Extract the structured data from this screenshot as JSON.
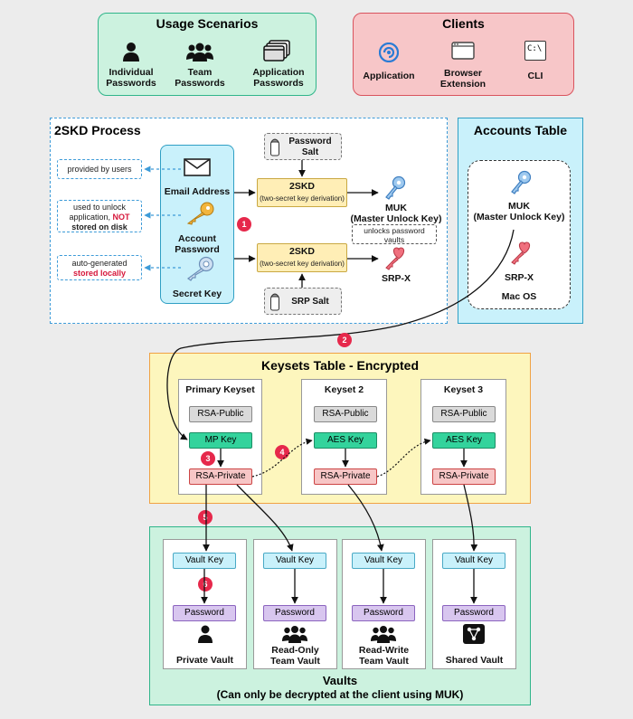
{
  "usage": {
    "title": "Usage Scenarios",
    "items": [
      "Individual\nPasswords",
      "Team\nPasswords",
      "Application\nPasswords"
    ]
  },
  "clients": {
    "title": "Clients",
    "items": [
      "Application",
      "Browser\nExtension",
      "CLI"
    ],
    "cli_glyph": "C:\\"
  },
  "process": {
    "title": "2SKD Process",
    "notes": {
      "provided": "provided by users",
      "unlock_1": "used to unlock",
      "unlock_2": "application, ",
      "unlock_not": "NOT",
      "unlock_3": "stored on disk",
      "auto_1": "auto-generated",
      "auto_2": "stored locally"
    },
    "email": "Email Address",
    "account_password": "Account\nPassword",
    "secret_key": "Secret Key",
    "password_salt": "Password\nSalt",
    "srp_salt": "SRP Salt",
    "skd_title": "2SKD",
    "skd_sub": "(two-secret key derivation)",
    "muk": "MUK\n(Master Unlock Key)",
    "unlocks": "unlocks password\nvaults",
    "srpx": "SRP-X"
  },
  "accounts": {
    "title": "Accounts Table",
    "muk": "MUK\n(Master Unlock Key)",
    "srpx": "SRP-X",
    "os": "Mac OS"
  },
  "keysets": {
    "title": "Keysets Table - Encrypted",
    "sets": [
      {
        "name": "Primary Keyset",
        "pub": "RSA-Public",
        "mid": "MP Key",
        "priv": "RSA-Private"
      },
      {
        "name": "Keyset 2",
        "pub": "RSA-Public",
        "mid": "AES Key",
        "priv": "RSA-Private"
      },
      {
        "name": "Keyset 3",
        "pub": "RSA-Public",
        "mid": "AES Key",
        "priv": "RSA-Private"
      }
    ]
  },
  "vaults": {
    "title": "Vaults",
    "subtitle": "(Can only be decrypted at the client using MUK)",
    "items": [
      {
        "key": "Vault Key",
        "pw": "Password",
        "name": "Private Vault"
      },
      {
        "key": "Vault Key",
        "pw": "Password",
        "name": "Read-Only\nTeam Vault"
      },
      {
        "key": "Vault Key",
        "pw": "Password",
        "name": "Read-Write\nTeam Vault"
      },
      {
        "key": "Vault Key",
        "pw": "Password",
        "name": "Shared Vault"
      }
    ]
  },
  "badges": [
    "1",
    "2",
    "3",
    "4",
    "5",
    "6"
  ]
}
